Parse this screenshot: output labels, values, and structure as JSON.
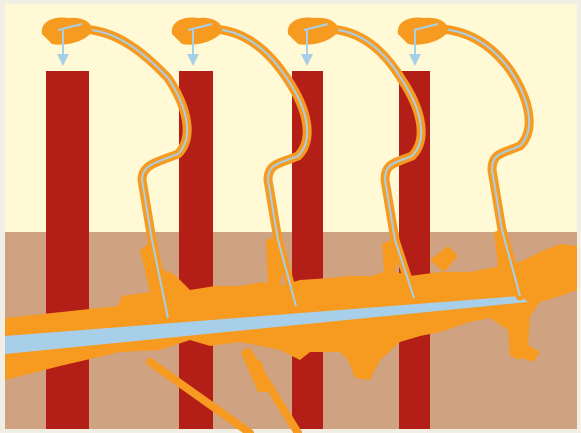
{
  "colors": {
    "sky": "#FFF9D6",
    "soil": "#CFA282",
    "pole": "#B31E17",
    "body_orange": "#F79A20",
    "tube_blue": "#A7CFEA",
    "arrow_blue": "#A7CFEA",
    "frame": "#F1EEE6"
  },
  "icons": {
    "pole": "vertical-red-post",
    "tentacle": "orange-hooked-root",
    "arrow": "down-arrow-icon"
  },
  "tentacles": [
    {
      "id": "tentacle-1"
    },
    {
      "id": "tentacle-2"
    },
    {
      "id": "tentacle-3"
    },
    {
      "id": "tentacle-4"
    }
  ]
}
